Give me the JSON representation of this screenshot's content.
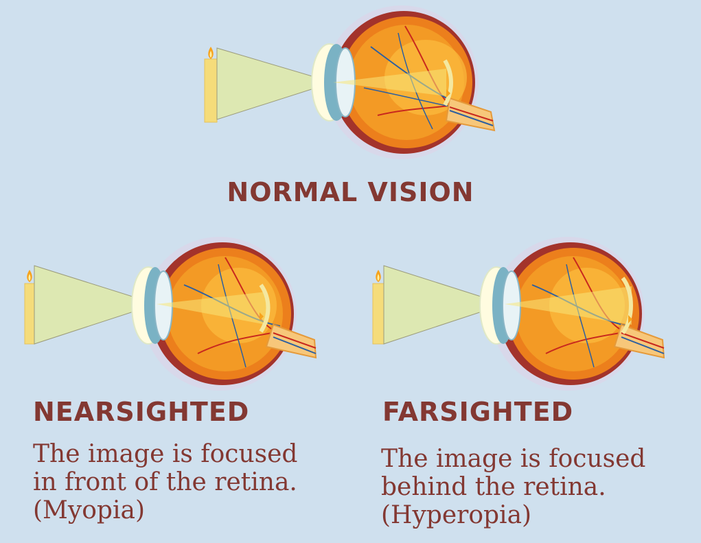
{
  "colors": {
    "background": "#cfe0ee",
    "text": "#833832",
    "eyeball": "#ec7f1c",
    "eyeball_inner": "#f8a832",
    "light_cone": "#dde8b2",
    "candle": "#f5dc7a"
  },
  "diagrams": {
    "normal": {
      "label": "normal-vision",
      "focus": "on-retina"
    },
    "nearsighted": {
      "label": "nearsighted",
      "focus": "in-front-of-retina"
    },
    "farsighted": {
      "label": "farsighted",
      "focus": "behind-retina"
    }
  },
  "normal": {
    "title": "NORMAL VISION"
  },
  "nearsighted": {
    "title": "NEARSIGHTED",
    "description": [
      "The image is focused",
      "in front of the retina.",
      "(Myopia)"
    ]
  },
  "farsighted": {
    "title": "FARSIGHTED",
    "description": [
      "The image is focused",
      "behind the retina.",
      "(Hyperopia)"
    ]
  }
}
